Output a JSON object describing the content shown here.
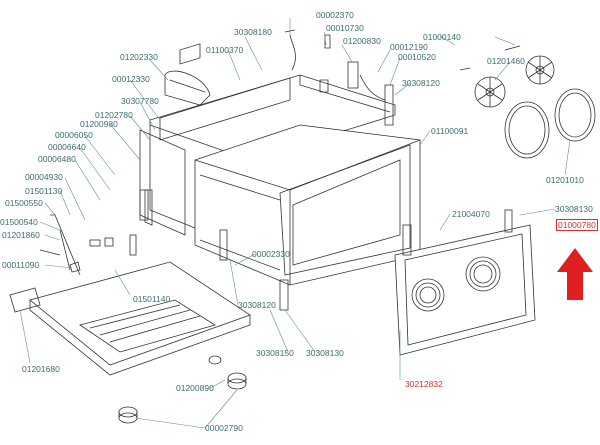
{
  "labels": {
    "p00002370": "00002370",
    "p30308180": "30308180",
    "p00010730": "00010730",
    "p01200830": "01200830",
    "p00012190": "00012190",
    "p01000140": "01000140",
    "p01202330": "01202330",
    "p01100370": "01100370",
    "p00010520": "00010520",
    "p01201460": "01201460",
    "p00012330": "00012330",
    "p30308120a": "30308120",
    "p30307780": "30307780",
    "p01202780": "01202780",
    "p01200980": "01200980",
    "p00006050": "00006050",
    "p00006640": "00006640",
    "p00006480": "00006480",
    "p01100091": "01100091",
    "p01201010": "01201010",
    "p00004930": "00004930",
    "p01501130": "01501130",
    "p01500550": "01500550",
    "p21004070": "21004070",
    "p30308130a": "30308130",
    "p01000780": "01000780",
    "p01500540": "01500540",
    "p01201860": "01201860",
    "p00011090": "00011090",
    "p00002330": "00002330",
    "p01501140": "01501140",
    "p30308120b": "30308120",
    "p30308150": "30308150",
    "p30308130b": "30308130",
    "p01201680": "01201680",
    "p30212832": "30212832",
    "p01200890": "01200890",
    "p00002790": "00002790"
  },
  "colors": {
    "label": "#3a6e6e",
    "highlight": "#d0342c",
    "line": "#333333"
  },
  "icons": [
    "arrow-up-icon"
  ]
}
